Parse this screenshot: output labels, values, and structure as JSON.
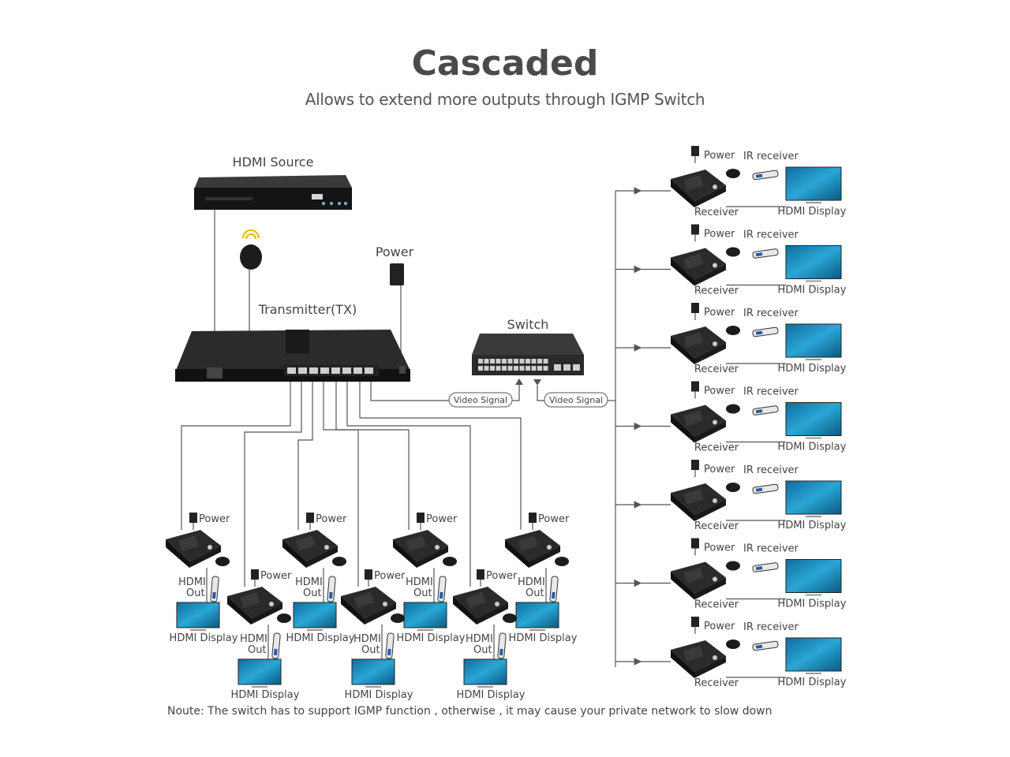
{
  "title": "Cascaded",
  "subtitle": "Allows to extend more outputs through IGMP Switch",
  "labels": {
    "hdmi_source": "HDMI Source",
    "power": "Power",
    "transmitter": "Transmitter(TX)",
    "switch": "Switch",
    "video_signal": "Video Signal",
    "receiver": "Receiver",
    "ir_receiver": "IR receiver",
    "hdmi_display": "HDMI Display",
    "hdmi": "HDMI",
    "out": "Out"
  },
  "note": "Noute: The switch has to support IGMP function , otherwise , it may cause your private network to slow down",
  "right_receiver_count": 7,
  "bottom_receiver_count": 7,
  "colors": {
    "device": "#1a1a1a",
    "line": "#555555",
    "screen": "#1f8fbf",
    "signal_wave": "#e6b800"
  }
}
